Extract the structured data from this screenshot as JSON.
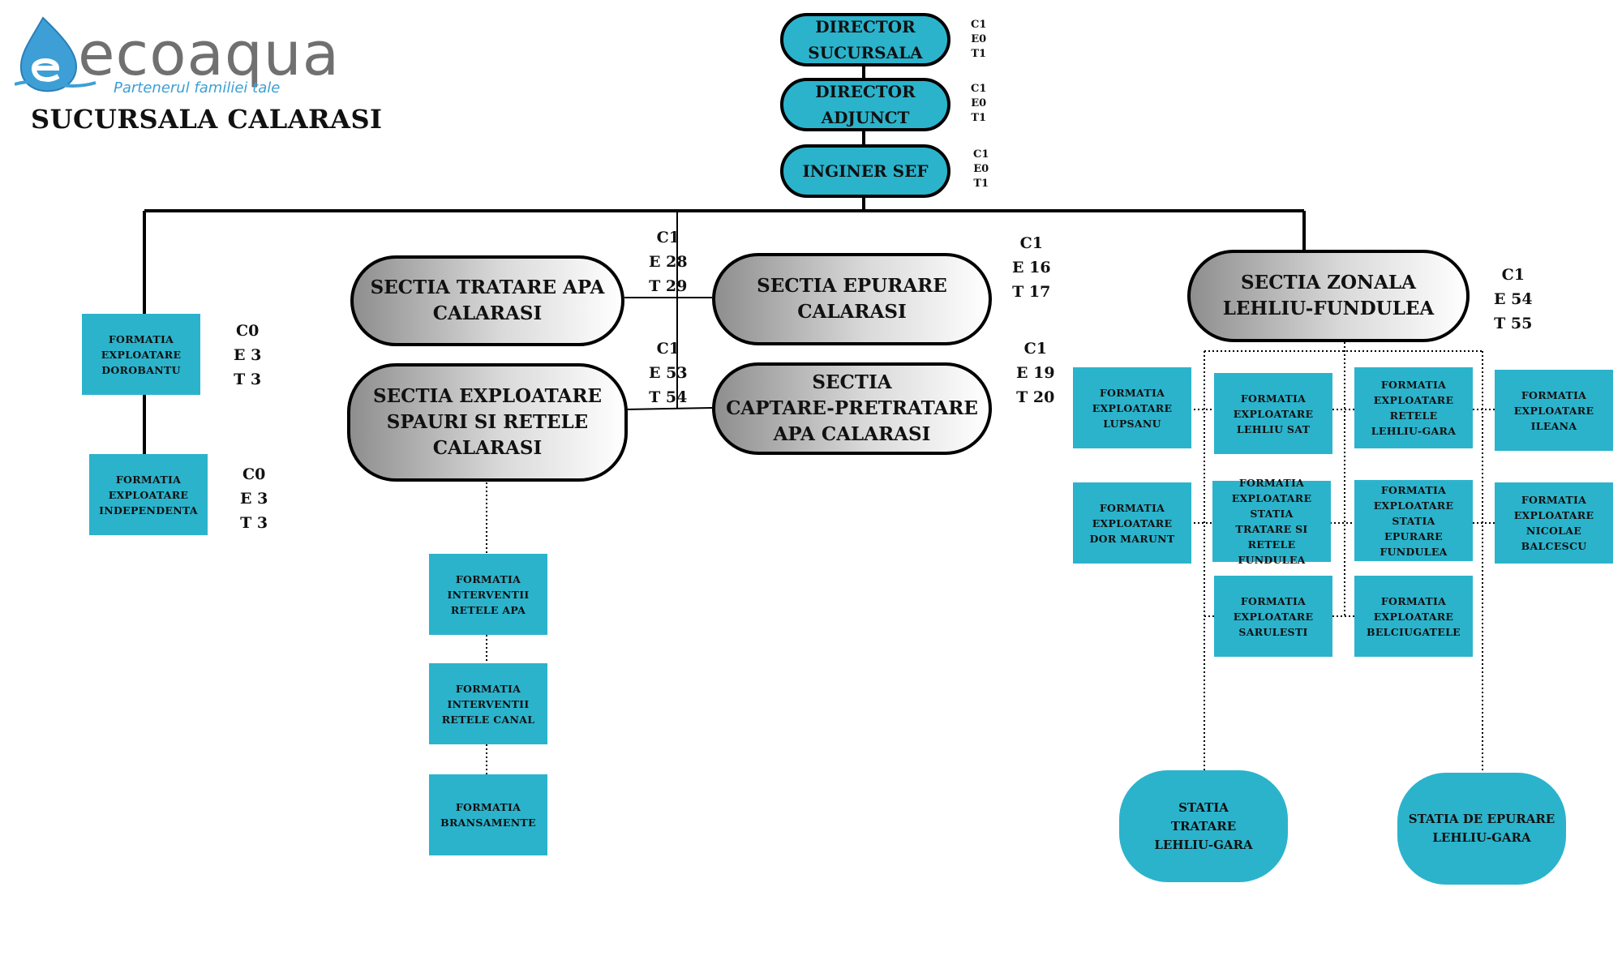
{
  "logo": {
    "text": "ecoaqua",
    "tagline": "Partenerul familiei tale"
  },
  "branch_title": "SUCURSALA CALARASI",
  "nodes": [
    {
      "id": "director_sucursala",
      "lines": [
        "DIRECTOR",
        "SUCURSALA"
      ],
      "stats": [
        "C1",
        "E0",
        "T1"
      ]
    },
    {
      "id": "director_adjunct",
      "lines": [
        "DIRECTOR",
        "ADJUNCT"
      ],
      "stats": [
        "C1",
        "E0",
        "T1"
      ]
    },
    {
      "id": "inginer_sef",
      "lines": [
        "INGINER SEF"
      ],
      "stats": [
        "C1",
        "E0",
        "T1"
      ]
    },
    {
      "id": "sectia_tratare",
      "lines": [
        "SECTIA TRATARE APA",
        "CALARASI"
      ],
      "stats": [
        "C1",
        "E 28",
        "T 29"
      ]
    },
    {
      "id": "sectia_epurare",
      "lines": [
        "SECTIA EPURARE",
        "CALARASI"
      ],
      "stats": [
        "C1",
        "E 16",
        "T 17"
      ]
    },
    {
      "id": "sectia_exploatare",
      "lines": [
        "SECTIA EXPLOATARE",
        "SPAURI SI RETELE",
        "CALARASI"
      ],
      "stats": [
        "C1",
        "E 53",
        "T 54"
      ]
    },
    {
      "id": "sectia_captare",
      "lines": [
        "SECTIA",
        "CAPTARE-PRETRATARE",
        "APA CALARASI"
      ],
      "stats": [
        "C1",
        "E 19",
        "T 20"
      ]
    },
    {
      "id": "sectia_zonala",
      "lines": [
        "SECTIA ZONALA",
        "LEHLIU-FUNDULEA"
      ],
      "stats": [
        "C1",
        "E 54",
        "T 55"
      ]
    },
    {
      "id": "f_dorobantu",
      "lines": [
        "FORMATIA",
        "EXPLOATARE",
        "DOROBANTU"
      ],
      "stats": [
        "C0",
        "E 3",
        "T 3"
      ]
    },
    {
      "id": "f_independenta",
      "lines": [
        "FORMATIA",
        "EXPLOATARE",
        "INDEPENDENTA"
      ],
      "stats": [
        "C0",
        "E 3",
        "T 3"
      ]
    },
    {
      "id": "f_interventii_apa",
      "lines": [
        "FORMATIA",
        "INTERVENTII",
        "RETELE APA"
      ]
    },
    {
      "id": "f_interventii_canal",
      "lines": [
        "FORMATIA",
        "INTERVENTII",
        "RETELE CANAL"
      ]
    },
    {
      "id": "f_bransamente",
      "lines": [
        "FORMATIA",
        "BRANSAMENTE"
      ]
    },
    {
      "id": "f_lupsanu",
      "lines": [
        "FORMATIA",
        "EXPLOATARE",
        "LUPSANU"
      ]
    },
    {
      "id": "f_lehliu_sat",
      "lines": [
        "FORMATIA",
        "EXPLOATARE",
        "LEHLIU SAT"
      ]
    },
    {
      "id": "f_retele_lehliu_gara",
      "lines": [
        "FORMATIA",
        "EXPLOATARE",
        "RETELE",
        "LEHLIU-GARA"
      ]
    },
    {
      "id": "f_ileana",
      "lines": [
        "FORMATIA",
        "EXPLOATARE",
        "ILEANA"
      ]
    },
    {
      "id": "f_dor_marunt",
      "lines": [
        "FORMATIA",
        "EXPLOATARE",
        "DOR MARUNT"
      ]
    },
    {
      "id": "f_statia_tratare_fundulea",
      "lines": [
        "FORMATIA",
        "EXPLOATARE",
        "STATIA",
        "TRATARE SI RETELE",
        "FUNDULEA"
      ]
    },
    {
      "id": "f_statia_epurare_fundulea",
      "lines": [
        "FORMATIA",
        "EXPLOATARE",
        "STATIA",
        "EPURARE",
        "FUNDULEA"
      ]
    },
    {
      "id": "f_nicolae_balcescu",
      "lines": [
        "FORMATIA",
        "EXPLOATARE",
        "NICOLAE",
        "BALCESCU"
      ]
    },
    {
      "id": "f_sarulesti",
      "lines": [
        "FORMATIA",
        "EXPLOATARE",
        "SARULESTI"
      ]
    },
    {
      "id": "f_belciugatele",
      "lines": [
        "FORMATIA",
        "EXPLOATARE",
        "BELCIUGATELE"
      ]
    },
    {
      "id": "statia_tratare_lehliu",
      "lines": [
        "STATIA",
        "TRATARE",
        "LEHLIU-GARA"
      ]
    },
    {
      "id": "statia_epurare_lehliu",
      "lines": [
        "STATIA DE EPURARE",
        "LEHLIU-GARA"
      ]
    }
  ],
  "colors": {
    "teal": "#2bb3cc",
    "line": "#000000",
    "logo_grey": "#707070",
    "logo_blue": "#3d9fd6"
  }
}
